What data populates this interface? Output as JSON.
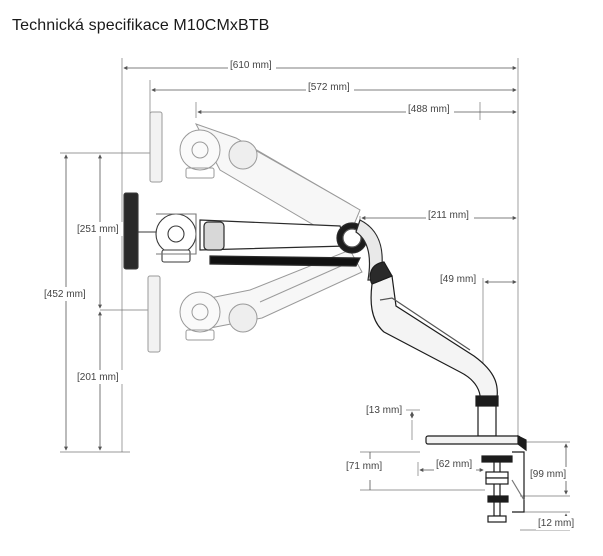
{
  "title": "Technická specifikace M10CMxBTB",
  "dimensions": {
    "total_reach": "[610 mm]",
    "arm_reach": "[572 mm]",
    "arm_reach_short": "[488 mm]",
    "vertical_travel": "[251 mm]",
    "max_height": "[452 mm]",
    "min_height": "[201 mm]",
    "elbow_offset": "[211 mm]",
    "pole_offset": "[49 mm]",
    "base_thickness": "[13 mm]",
    "clamp_offset": "[71 mm]",
    "clamp_width": "[62 mm]",
    "clamp_range": "[99 mm]",
    "min_clamp": "[12 mm]"
  },
  "colors": {
    "line": "#3a3a3a",
    "ghost": "#a8a8a8",
    "dim": "#555555",
    "dark": "#1c1c1c"
  }
}
